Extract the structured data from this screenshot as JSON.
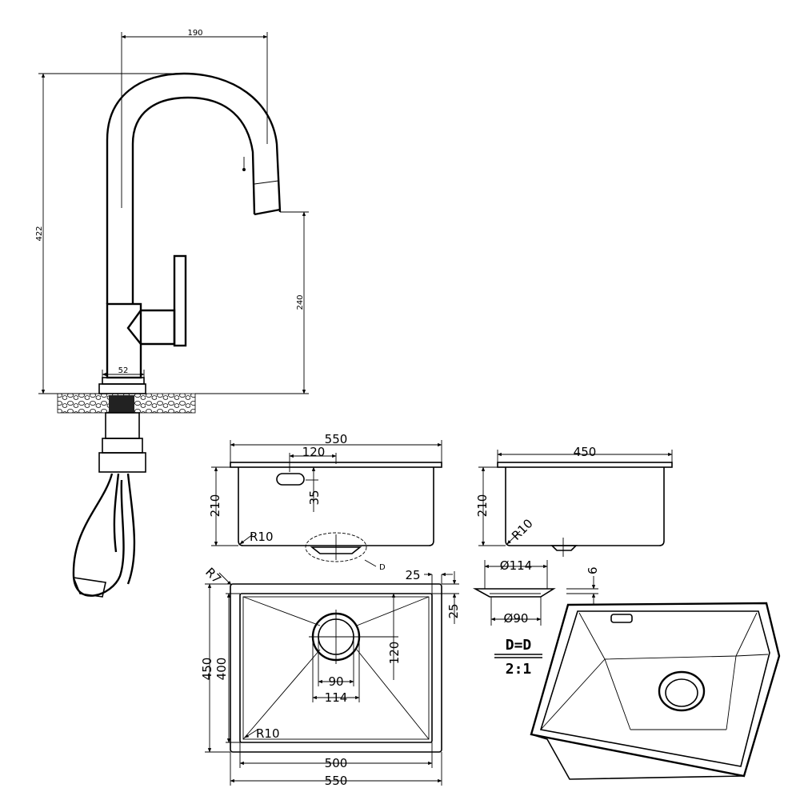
{
  "faucet": {
    "dim_width": "190",
    "dim_height": "422",
    "dim_spout_height": "240",
    "dim_base": "52"
  },
  "sink_front": {
    "dim_width": "550",
    "dim_overflow_offset": "120",
    "dim_overflow_height": "35",
    "dim_height": "210",
    "radius": "R10",
    "detail_marker": "D"
  },
  "sink_side": {
    "dim_width": "450",
    "dim_height": "210",
    "radius": "R10"
  },
  "drain_detail": {
    "dim_outer_diameter": "Ø114",
    "dim_inner_diameter": "Ø90",
    "dim_depth": "6",
    "title": "D=D",
    "scale": "2:1"
  },
  "sink_top": {
    "corner_radius": "R7",
    "dim_rim": "25",
    "dim_rim_side": "25",
    "dim_drain_offset": "120",
    "dim_inner_height": "400",
    "dim_outer_height": "450",
    "dim_drain_inner": "90",
    "dim_drain_outer": "114",
    "bowl_radius": "R10",
    "dim_inner_width": "500",
    "dim_outer_width": "550"
  },
  "colors": {
    "line": "#000000",
    "background": "#ffffff"
  }
}
